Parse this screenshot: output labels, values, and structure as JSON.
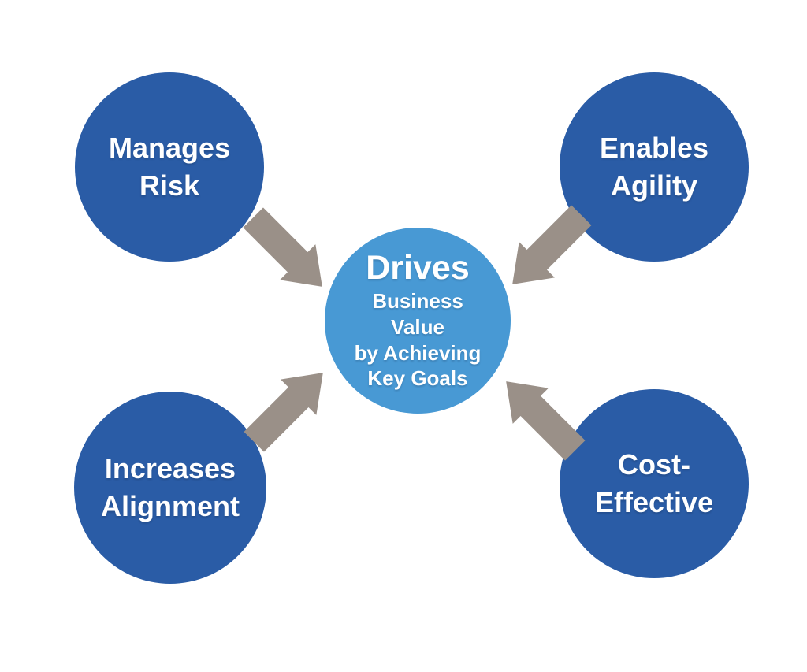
{
  "background": "#FFFFFF",
  "colors": {
    "node_fill": "#2A5CA6",
    "center_fill": "#4899D4",
    "arrow_fill": "#9A9088",
    "text": "#FFFFFF"
  },
  "center": {
    "title": "Drives",
    "lines": [
      "Business",
      "Value",
      "by Achieving",
      "Key Goals"
    ]
  },
  "nodes": [
    {
      "id": "manages-risk",
      "position": "top-left",
      "lines": [
        "Manages",
        "Risk"
      ]
    },
    {
      "id": "enables-agility",
      "position": "top-right",
      "lines": [
        "Enables",
        "Agility"
      ]
    },
    {
      "id": "increases-alignment",
      "position": "bottom-left",
      "lines": [
        "Increases",
        "Alignment"
      ]
    },
    {
      "id": "cost-effective",
      "position": "bottom-right",
      "lines": [
        "Cost-",
        "Effective"
      ]
    }
  ],
  "arrows": [
    {
      "from": "manages-risk",
      "to": "center",
      "direction": "down-right"
    },
    {
      "from": "enables-agility",
      "to": "center",
      "direction": "down-left"
    },
    {
      "from": "increases-alignment",
      "to": "center",
      "direction": "up-right"
    },
    {
      "from": "cost-effective",
      "to": "center",
      "direction": "up-left"
    }
  ]
}
